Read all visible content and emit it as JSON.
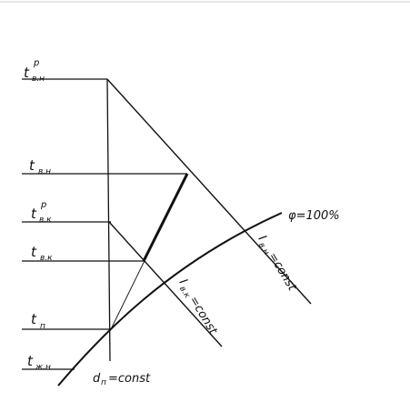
{
  "diagram": {
    "colors": {
      "ink": "#111111",
      "paper": "#ffffff",
      "border": "#cccccc"
    },
    "axis_labels": {
      "t_vn_p": {
        "main": "t",
        "sub": "в.н",
        "sup": "р"
      },
      "t_vn": {
        "main": "t",
        "sub": "в.н"
      },
      "t_vk_p": {
        "main": "t",
        "sub": "в.к",
        "sup": "р"
      },
      "t_vk": {
        "main": "t",
        "sub": "в.к"
      },
      "t_p": {
        "main": "t",
        "sub": "п"
      },
      "t_zhn": {
        "main": "t",
        "sub": "ж.н"
      }
    },
    "curve_labels": {
      "saturation": "φ=100%",
      "i_vn": "I",
      "i_vn_sub": "в.н",
      "i_vn_tail": "=const",
      "i_vk": "I",
      "i_vk_sub": "в.к",
      "i_vk_tail": "=const",
      "d_p": "d",
      "d_p_sub": "п",
      "d_p_tail": "=const"
    }
  }
}
